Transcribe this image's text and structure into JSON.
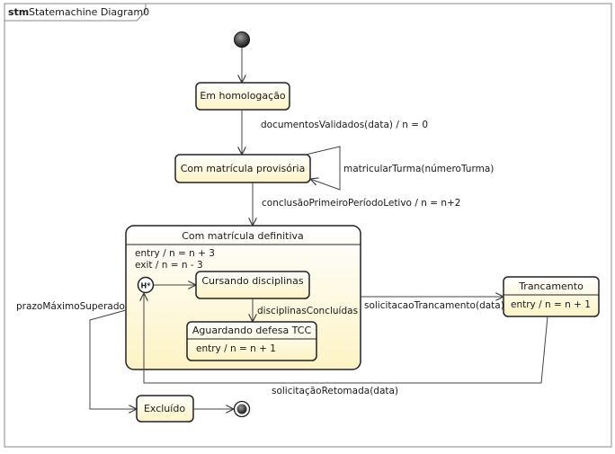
{
  "frame": {
    "keyword": "stm",
    "name": "Statemachine Diagram0"
  },
  "states": {
    "em_homologacao": {
      "name": "Em homologação"
    },
    "com_matricula_provisoria": {
      "name": "Com matrícula provisória"
    },
    "com_matricula_definitiva": {
      "name": "Com matrícula definitiva",
      "entry": "entry / n = n  + 3",
      "exit": "exit / n = n - 3"
    },
    "cursando_disciplinas": {
      "name": "Cursando disciplinas"
    },
    "aguardando_defesa_tcc": {
      "name": "Aguardando defesa TCC",
      "entry": "entry / n = n + 1"
    },
    "trancamento": {
      "name": "Trancamento",
      "entry": "entry / n = n + 1"
    },
    "excluido": {
      "name": "Excluído"
    }
  },
  "history": {
    "symbol": "H*"
  },
  "transitions": {
    "documentos_validados": "documentosValidados(data) / n = 0",
    "matricular_turma": "matricularTurma(númeroTurma)",
    "conclusao_primeiro_periodo": "conclusãoPrimeiroPeríodoLetivo / n = n+2",
    "disciplinas_concluidas": "disciplinasConcluídas",
    "solicitacao_trancamento": "solicitacaoTrancamento(data)",
    "solicitacao_retomada": "solicitaçãoRetomada(data)",
    "prazo_maximo_superado": "prazoMáximoSuperado"
  },
  "colors": {
    "state_fill_top": "#ffffff",
    "state_fill_bottom": "#fdf6d0",
    "stroke": "#222222",
    "line": "#444444"
  }
}
